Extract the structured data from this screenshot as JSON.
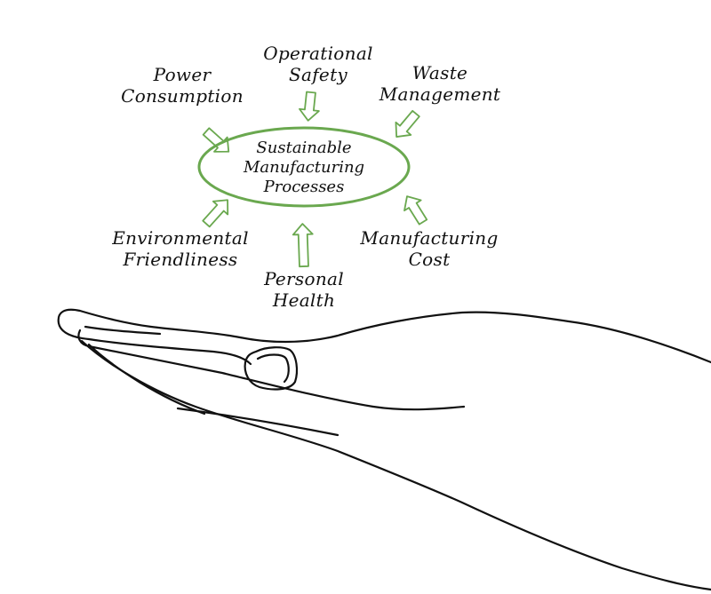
{
  "diagram": {
    "center": {
      "lines": [
        "Sustainable",
        "Manufacturing",
        "Processes"
      ]
    },
    "nodes": [
      {
        "id": "power-consumption",
        "lines": [
          "Power",
          "Consumption"
        ]
      },
      {
        "id": "operational-safety",
        "lines": [
          "Operational",
          "Safety"
        ]
      },
      {
        "id": "waste-management",
        "lines": [
          "Waste",
          "Management"
        ]
      },
      {
        "id": "environmental-friendliness",
        "lines": [
          "Environmental",
          "Friendliness"
        ]
      },
      {
        "id": "personal-health",
        "lines": [
          "Personal",
          "Health"
        ]
      },
      {
        "id": "manufacturing-cost",
        "lines": [
          "Manufacturing",
          "Cost"
        ]
      }
    ]
  },
  "colors": {
    "accent": "#6aa84f",
    "ink": "#111111",
    "background": "#ffffff"
  },
  "icons": {
    "hand": "open-palm-hand-icon",
    "arrow": "outline-arrow-icon"
  }
}
